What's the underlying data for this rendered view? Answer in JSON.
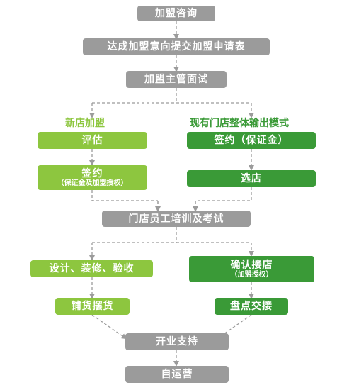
{
  "flow": {
    "consult": "加盟咨询",
    "apply": "达成加盟意向提交加盟申请表",
    "interview": "加盟主管面试",
    "training": "门店员工培训及考试",
    "opening": "开业支持",
    "operate": "自运营"
  },
  "left_branch": {
    "heading": "新店加盟",
    "evaluate": "评估",
    "sign": "签约",
    "sign_note": "（保证金及加盟授权）",
    "design": "设计、装修、验收",
    "stock": "铺货摆货"
  },
  "right_branch": {
    "heading": "现有门店整体输出模式",
    "sign": "签约（保证金）",
    "select": "选店",
    "confirm": "确认接店",
    "confirm_note": "（加盟授权）",
    "inventory": "盘点交接"
  },
  "colors": {
    "grey_box": "#9b9b9b",
    "light_green_box": "#8dc63f",
    "dark_green_box": "#3a9a37",
    "heading_left": "#8dc63f",
    "heading_right": "#3a9a37",
    "connector": "#9b9b9b"
  }
}
